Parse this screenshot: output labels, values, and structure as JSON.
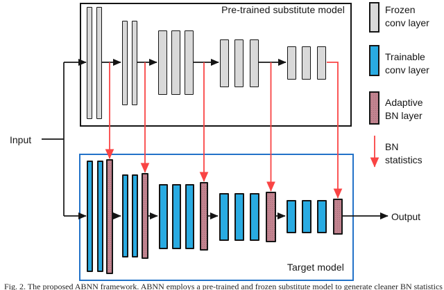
{
  "labels": {
    "input": "Input",
    "output": "Output",
    "substitute_title": "Pre-trained substitute model",
    "target_title": "Target model"
  },
  "legend": {
    "items": [
      {
        "swatch": "frozen",
        "label_lines": [
          "Frozen",
          "conv layer"
        ]
      },
      {
        "swatch": "trainable",
        "label_lines": [
          "Trainable",
          "conv layer"
        ]
      },
      {
        "swatch": "adaptive",
        "label_lines": [
          "Adaptive",
          "BN layer"
        ]
      },
      {
        "swatch": "bn-arrow",
        "label_lines": [
          "BN",
          "statistics"
        ]
      }
    ]
  },
  "diagram": {
    "substitute_model": {
      "stages": [
        {
          "layers": [
            "frozen",
            "frozen"
          ]
        },
        {
          "layers": [
            "frozen",
            "frozen"
          ]
        },
        {
          "layers": [
            "frozen",
            "frozen",
            "frozen"
          ]
        },
        {
          "layers": [
            "frozen",
            "frozen",
            "frozen"
          ]
        },
        {
          "layers": [
            "frozen",
            "frozen",
            "frozen"
          ]
        }
      ]
    },
    "target_model": {
      "stages": [
        {
          "layers": [
            "trainable",
            "trainable",
            "adaptive"
          ]
        },
        {
          "layers": [
            "trainable",
            "trainable",
            "adaptive"
          ]
        },
        {
          "layers": [
            "trainable",
            "trainable",
            "trainable",
            "adaptive"
          ]
        },
        {
          "layers": [
            "trainable",
            "trainable",
            "trainable",
            "adaptive"
          ]
        },
        {
          "layers": [
            "trainable",
            "trainable",
            "trainable",
            "adaptive"
          ]
        }
      ]
    },
    "bn_statistics_flow_count": 5
  },
  "colors": {
    "frozen_fill": "#d9d9d9",
    "trainable_fill": "#29abe2",
    "adaptive_fill": "#c2838f",
    "bn_arrow_red": "#f94444",
    "target_box_border": "#2272c8",
    "line_black": "#141414"
  },
  "caption": "Fig. 2. The proposed ABNN framework. ABNN employs a pre-trained and frozen substitute model to generate cleaner BN statistics"
}
